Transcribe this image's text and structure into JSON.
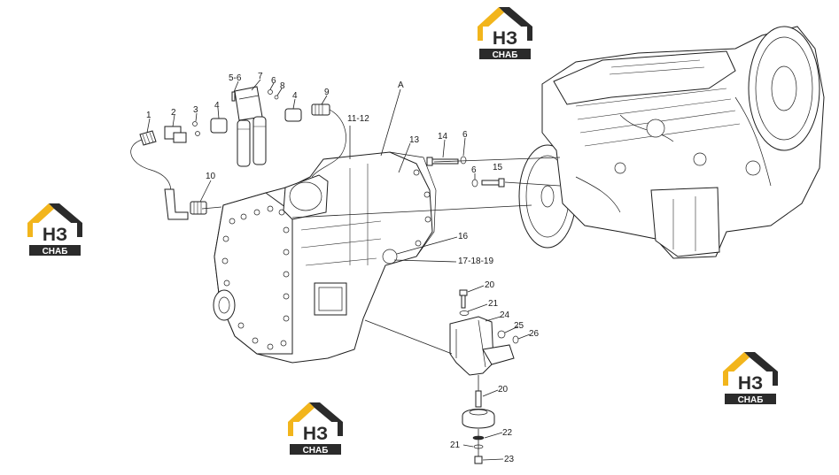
{
  "colors": {
    "logo_yellow": "#f2b51c",
    "logo_dark": "#2b2b2b",
    "line": "#1e1e1e"
  },
  "logos": [
    {
      "id": "logo-top",
      "mark": "НЗ",
      "word": "СНАБ"
    },
    {
      "id": "logo-left",
      "mark": "НЗ",
      "word": "СНАБ"
    },
    {
      "id": "logo-bottom",
      "mark": "НЗ",
      "word": "СНАБ"
    },
    {
      "id": "logo-right",
      "mark": "НЗ",
      "word": "СНАБ"
    }
  ],
  "callouts": [
    {
      "id": "c-1",
      "text": "1"
    },
    {
      "id": "c-2",
      "text": "2"
    },
    {
      "id": "c-3",
      "text": "3"
    },
    {
      "id": "c-4a",
      "text": "4"
    },
    {
      "id": "c-56",
      "text": "5-6"
    },
    {
      "id": "c-7",
      "text": "7"
    },
    {
      "id": "c-6a",
      "text": "6"
    },
    {
      "id": "c-8",
      "text": "8"
    },
    {
      "id": "c-4b",
      "text": "4"
    },
    {
      "id": "c-9",
      "text": "9"
    },
    {
      "id": "c-A",
      "text": "A"
    },
    {
      "id": "c-1112",
      "text": "11-12"
    },
    {
      "id": "c-13",
      "text": "13"
    },
    {
      "id": "c-14",
      "text": "14"
    },
    {
      "id": "c-6b",
      "text": "6"
    },
    {
      "id": "c-6c",
      "text": "6"
    },
    {
      "id": "c-15",
      "text": "15"
    },
    {
      "id": "c-10",
      "text": "10"
    },
    {
      "id": "c-16",
      "text": "16"
    },
    {
      "id": "c-171819",
      "text": "17-18-19"
    },
    {
      "id": "c-20a",
      "text": "20"
    },
    {
      "id": "c-21a",
      "text": "21"
    },
    {
      "id": "c-24",
      "text": "24"
    },
    {
      "id": "c-25",
      "text": "25"
    },
    {
      "id": "c-26",
      "text": "26"
    },
    {
      "id": "c-20b",
      "text": "20"
    },
    {
      "id": "c-22",
      "text": "22"
    },
    {
      "id": "c-21b",
      "text": "21"
    },
    {
      "id": "c-23",
      "text": "23"
    }
  ]
}
